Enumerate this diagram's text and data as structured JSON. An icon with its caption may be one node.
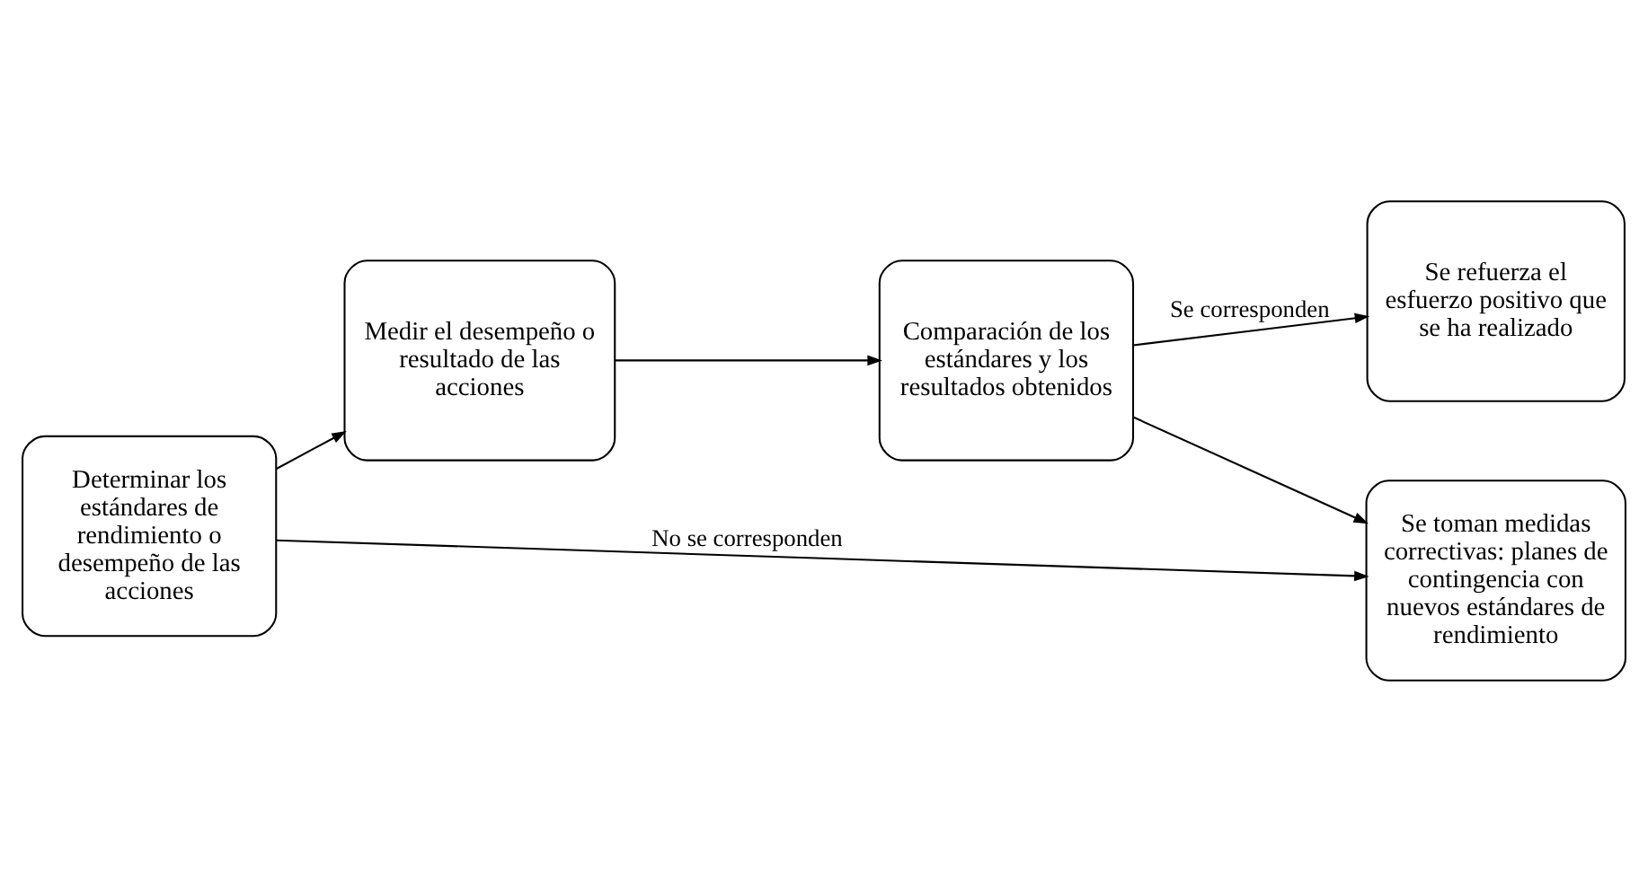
{
  "diagram": {
    "nodes": [
      {
        "text": [
          "Determinar los estándares de rendimiento o desempeño de las acciones"
        ]
      },
      {
        "text": [
          "Medir el desempeño o resultado de las acciones"
        ]
      },
      {
        "text": [
          "Comparación de los estándares y los resultados obtenidos"
        ]
      },
      {
        "text": [
          "Se refuerza el esfuerzo positivo que se ha realizado"
        ]
      },
      {
        "text": [
          "Se toman medidas correctivas: planes de contingencia con nuevos estándares de rendimiento"
        ]
      }
    ],
    "edges": [
      {
        "from": 0,
        "to": 1,
        "arrow": "to"
      },
      {
        "from": 1,
        "to": 2,
        "arrow": "to"
      },
      {
        "from": 2,
        "to": 3,
        "arrow": "to",
        "label": "Se corresponden"
      },
      {
        "from": 0,
        "to": 4,
        "arrow": "to",
        "label": "No se corresponden"
      },
      {
        "from": 2,
        "to": 4,
        "arrow": "to"
      }
    ]
  }
}
